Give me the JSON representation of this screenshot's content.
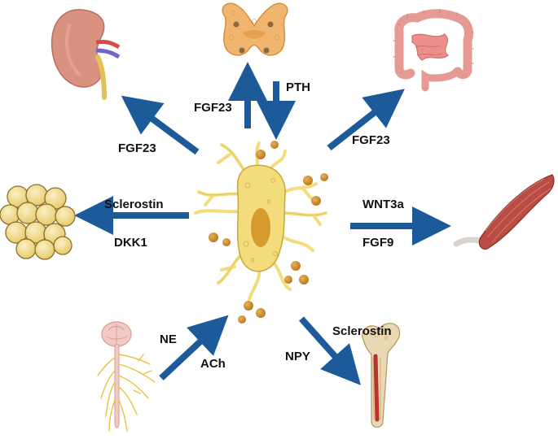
{
  "labels": {
    "fgf23_thyroid": "FGF23",
    "pth": "PTH",
    "fgf23_kidney": "FGF23",
    "fgf23_intestine": "FGF23",
    "sclerostin_fat": "Sclerostin",
    "dkk1": "DKK1",
    "wnt3a": "WNT3a",
    "fgf9": "FGF9",
    "ne": "NE",
    "ach": "ACh",
    "npy": "NPY",
    "sclerostin_bone": "Sclerostin"
  },
  "colors": {
    "arrow": "#1d5a99",
    "cell_fill": "#f3dc7c",
    "cell_outline": "#c9a73a",
    "nucleus": "#d69a2e",
    "granule": "#c98a2a",
    "kidney": "#d9927f",
    "thyroid": "#f0b56e",
    "intestine": "#e59a93",
    "muscle": "#b94d44",
    "fat": "#f1dc92",
    "bone": "#ead8b2",
    "nerve": "#f2c9c4",
    "nerve_fiber": "#e8c33d"
  },
  "icons": {
    "center": "osteocyte-icon",
    "top": "thyroid-icon",
    "top_left": "kidney-icon",
    "top_right": "intestine-icon",
    "left": "adipose-tissue-icon",
    "right": "muscle-icon",
    "bottom_left": "nervous-system-icon",
    "bottom_right": "bone-icon"
  }
}
